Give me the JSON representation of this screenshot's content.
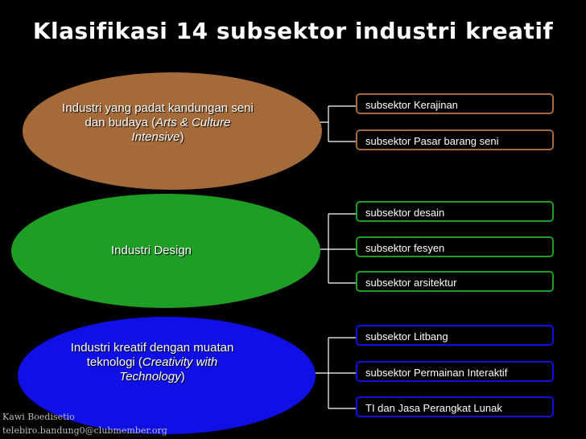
{
  "title": "Klasifikasi 14 subsektor industri kreatif",
  "groups": [
    {
      "label_pre": "Industri yang padat kandungan seni dan budaya (",
      "label_em": "Arts & Culture Intensive",
      "label_post": ")",
      "color": "#a46a39",
      "items": [
        "subsektor Kerajinan",
        "subsektor Pasar barang seni"
      ]
    },
    {
      "label": "Industri Design",
      "color": "#1f9e26",
      "items": [
        "subsektor desain",
        "subsektor fesyen",
        "subsektor arsitektur"
      ]
    },
    {
      "label_pre": "Industri kreatif dengan muatan teknologi (",
      "label_em": "Creativity with Technology",
      "label_post": ")",
      "color": "#1010e6",
      "items": [
        "subsektor Litbang",
        "subsektor Permainan Interaktif",
        "TI dan Jasa Perangkat Lunak"
      ]
    }
  ],
  "footer": {
    "line1": "Kawi Boedisetio",
    "line2": "telebiro.bandung0@clubmember.org"
  }
}
